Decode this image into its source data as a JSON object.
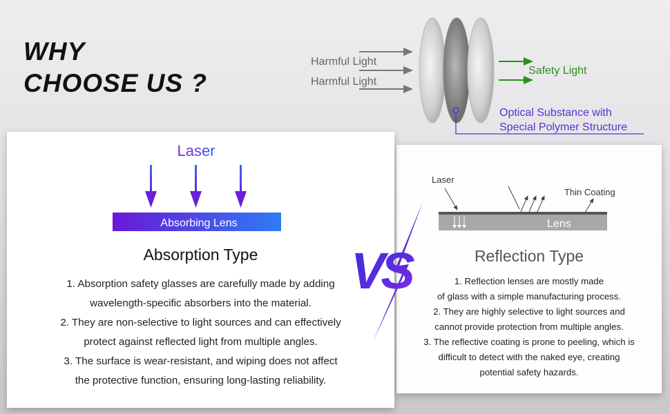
{
  "headline": {
    "line1": "WHY",
    "line2": "CHOOSE US ?"
  },
  "top_diagram": {
    "harmful_light_1": "Harmful Light",
    "harmful_light_2": "Harmful Light",
    "safety_light": "Safety Light",
    "substance_line1": "Optical Substance with",
    "substance_line2": "Special Polymer Structure"
  },
  "absorption": {
    "laser_label": "Laser",
    "lens_label": "Absorbing Lens",
    "title": "Absorption Type",
    "points": [
      "1. Absorption safety glasses are carefully made by adding",
      "wavelength-specific absorbers into the material.",
      "2. They are non-selective to light sources and can effectively",
      "protect against reflected light from multiple angles.",
      "3. The surface is wear-resistant, and wiping does not affect",
      "the protective function, ensuring long-lasting reliability."
    ]
  },
  "vs_label": "VS",
  "reflection": {
    "laser_label": "Laser",
    "coating_label": "Thin Coating",
    "lens_label": "Lens",
    "title": "Reflection Type",
    "points": [
      "1. Reflection lenses are mostly made",
      "of glass with a simple manufacturing process.",
      "2. They are highly selective to light sources and",
      "cannot provide protection from multiple angles.",
      "3. The reflective coating is prone to peeling, which is",
      "difficult to detect with the naked eye, creating",
      "potential safety hazards."
    ]
  },
  "colors": {
    "harmful_arrow": "#777777",
    "safety_green": "#2e8b1f",
    "purple_text": "#5a2fd6",
    "laser_gradient_start": "#8a22d6",
    "laser_gradient_end": "#2c5ff0",
    "lens_gradient_start": "#6a18d8",
    "lens_gradient_end": "#2f7bf4"
  }
}
